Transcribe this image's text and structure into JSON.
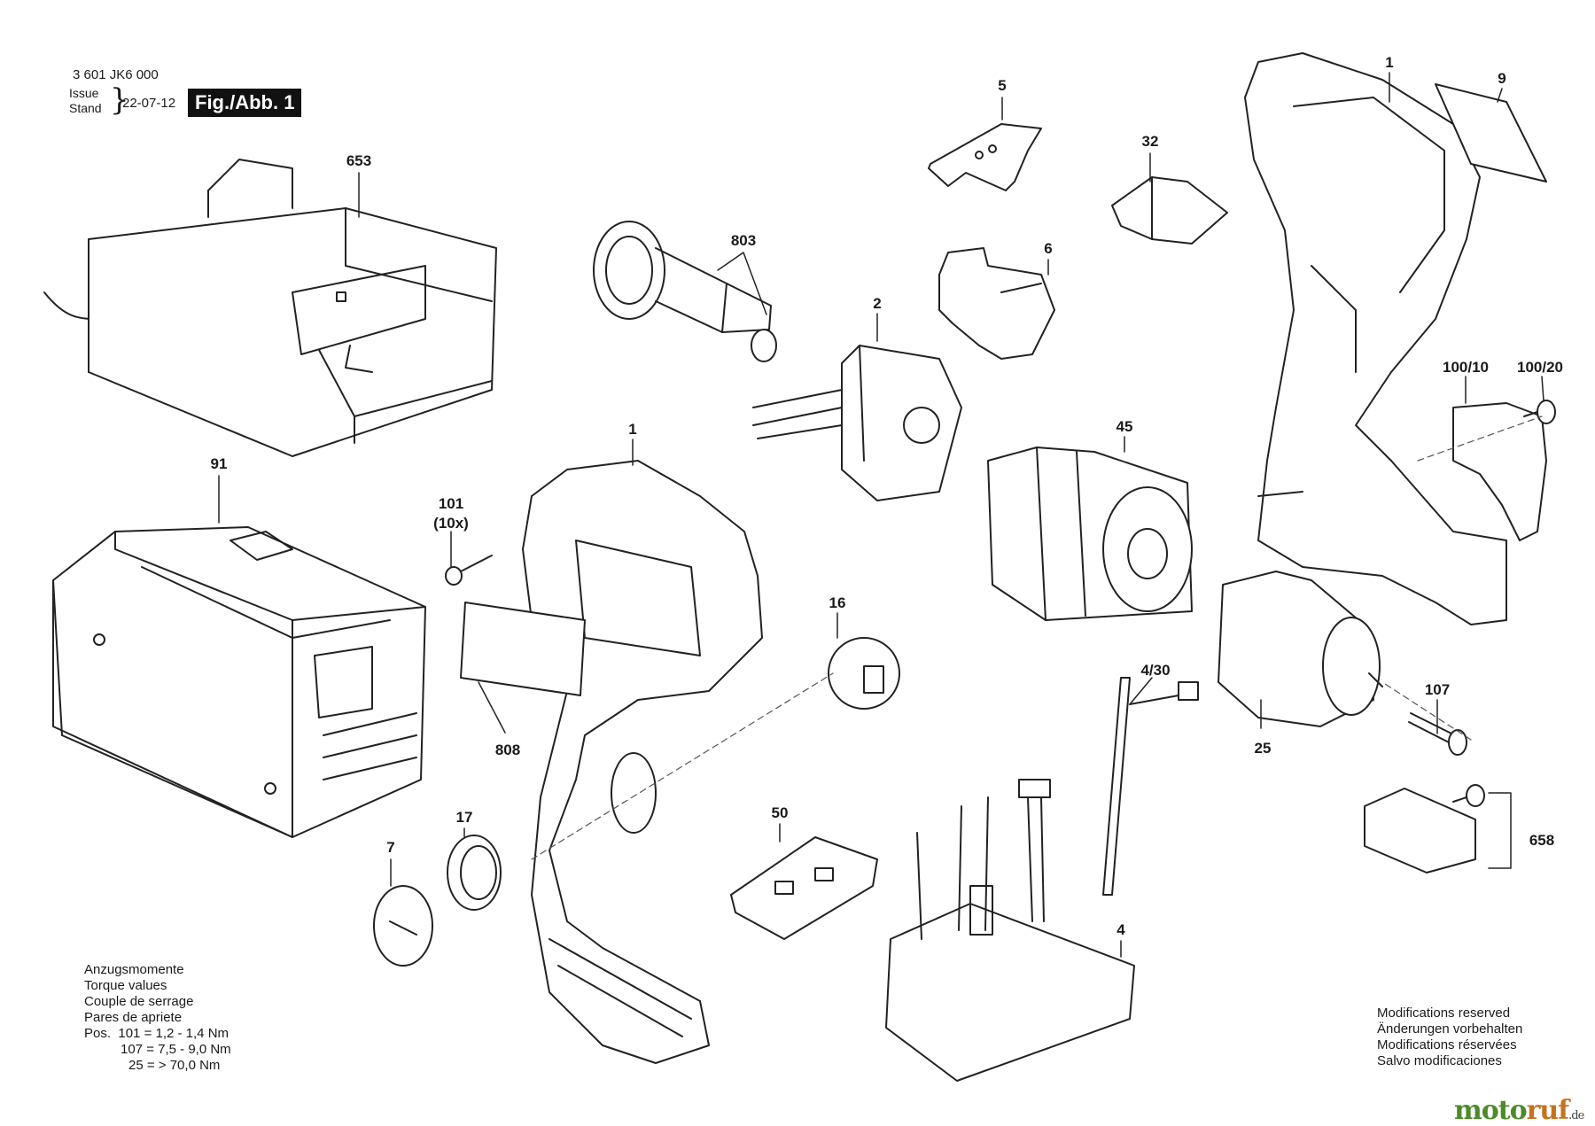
{
  "header": {
    "part_code": "3 601 JK6 000",
    "issue_label": "Issue",
    "stand_label": "Stand",
    "date": "22-07-12",
    "figure": "Fig./Abb. 1"
  },
  "torque": {
    "lines": [
      "Anzugsmomente",
      "Torque values",
      "Couple de serrage",
      "Pares de apriete"
    ],
    "pos_label": "Pos.",
    "rows": [
      {
        "pos": "101",
        "value": "= 1,2 - 1,4 Nm"
      },
      {
        "pos": "107",
        "value": "= 7,5 - 9,0 Nm"
      },
      {
        "pos": "25",
        "value": "= > 70,0 Nm"
      }
    ]
  },
  "modifications": [
    "Modifications reserved",
    "Änderungen vorbehalten",
    "Modifications réservées",
    "Salvo modificaciones"
  ],
  "watermark": {
    "part1": "moto",
    "part2": "ruf",
    "suffix": ".de"
  },
  "parts": {
    "p653": "653",
    "p91": "91",
    "p803": "803",
    "p5": "5",
    "p32": "32",
    "p1a": "1",
    "p9": "9",
    "p6": "6",
    "p2": "2",
    "p45": "45",
    "p100_10": "100/10",
    "p100_20": "100/20",
    "p101": "101",
    "p101q": "(10x)",
    "p1b": "1",
    "p16": "16",
    "p808": "808",
    "p4_30": "4/30",
    "p107": "107",
    "p25": "25",
    "p17": "17",
    "p7": "7",
    "p50": "50",
    "p4": "4",
    "p658": "658"
  }
}
